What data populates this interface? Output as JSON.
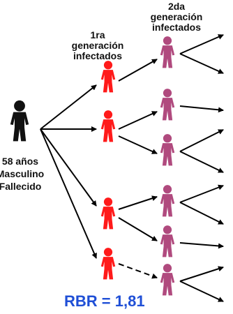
{
  "headers": {
    "gen1": [
      "1ra",
      "generación",
      "infectados"
    ],
    "gen2": [
      "2da",
      "generación",
      "infectados"
    ]
  },
  "index_case": [
    "58 años",
    "Masculino",
    "Fallecido"
  ],
  "rbr": "RBR = 1,81",
  "colors": {
    "index_case": "#111111",
    "first_generation": "#ff1a1a",
    "second_generation": "#b04a7e",
    "rbr_text": "#1f4fd6"
  }
}
